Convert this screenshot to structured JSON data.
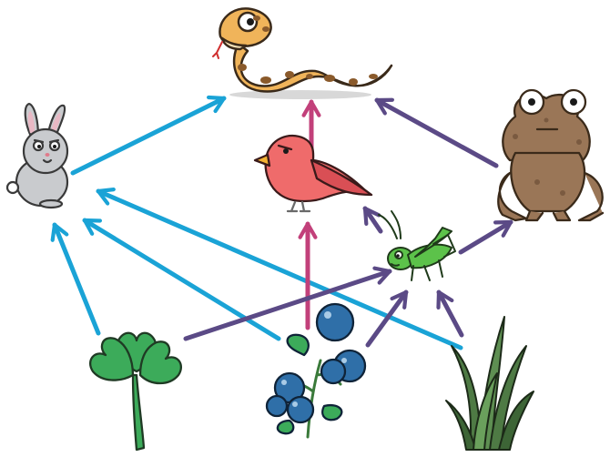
{
  "diagram": {
    "type": "food-web",
    "organisms": [
      {
        "id": "snake",
        "icon": "snake-icon"
      },
      {
        "id": "rabbit",
        "icon": "rabbit-icon"
      },
      {
        "id": "bird",
        "icon": "bird-icon"
      },
      {
        "id": "toad",
        "icon": "toad-icon"
      },
      {
        "id": "grasshopper",
        "icon": "grasshopper-icon"
      },
      {
        "id": "clover",
        "icon": "clover-icon"
      },
      {
        "id": "blueberries",
        "icon": "blueberry-icon"
      },
      {
        "id": "grass",
        "icon": "grass-icon"
      }
    ],
    "arrows": [
      {
        "from": "rabbit",
        "to": "snake",
        "color": "#1aa3d6"
      },
      {
        "from": "bird",
        "to": "snake",
        "color": "#c2407a"
      },
      {
        "from": "toad",
        "to": "snake",
        "color": "#5b4a86"
      },
      {
        "from": "clover",
        "to": "rabbit",
        "color": "#1aa3d6"
      },
      {
        "from": "blueberries",
        "to": "rabbit",
        "color": "#1aa3d6"
      },
      {
        "from": "grass",
        "to": "rabbit",
        "color": "#1aa3d6"
      },
      {
        "from": "blueberries",
        "to": "bird",
        "color": "#c2407a"
      },
      {
        "from": "grasshopper",
        "to": "bird",
        "color": "#5b4a86"
      },
      {
        "from": "grasshopper",
        "to": "toad",
        "color": "#5b4a86"
      },
      {
        "from": "clover",
        "to": "grasshopper",
        "color": "#5b4a86"
      },
      {
        "from": "blueberries",
        "to": "grasshopper",
        "color": "#5b4a86"
      },
      {
        "from": "grass",
        "to": "grasshopper",
        "color": "#5b4a86"
      }
    ],
    "colors": {
      "producer_to_consumer": "#1aa3d6",
      "to_bird_and_snake": "#c2407a",
      "insect_links": "#5b4a86",
      "snake_body": "#f0b45a",
      "snake_spots": "#8a5a2b",
      "bird": "#ef6b6b",
      "toad": "#9a7657",
      "rabbit": "#c9cbce",
      "grasshopper": "#5cc24a",
      "clover": "#3cab5a",
      "blueberry": "#2f6fa8",
      "grass": "#4e7a44"
    }
  }
}
